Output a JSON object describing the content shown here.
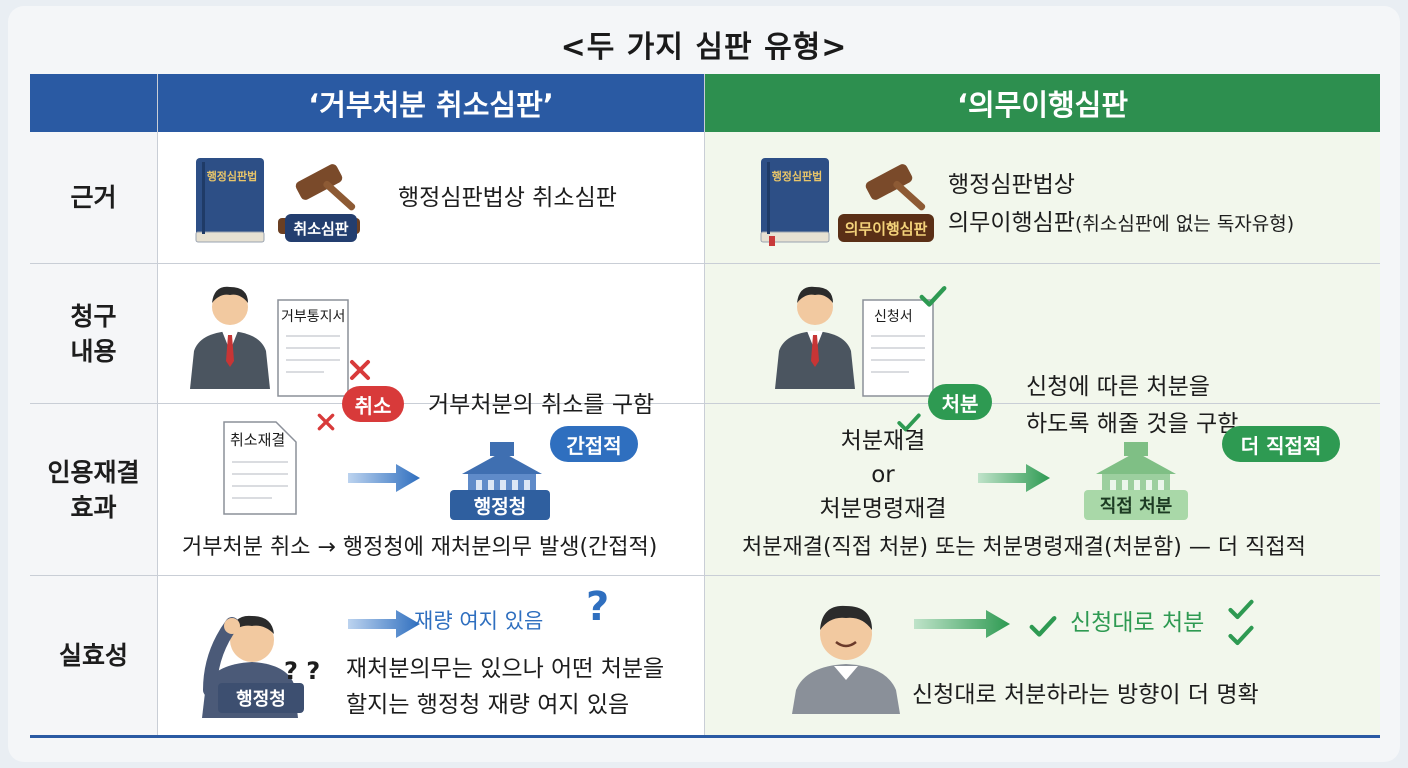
{
  "title": "<두 가지 심판 유형>",
  "headers": {
    "col_a": "‘거부처분 취소심판’",
    "col_b": "‘의무이행심판"
  },
  "rows": {
    "basis": {
      "label": "근거",
      "a": {
        "book_text": "행정심판법",
        "gavel_label": "취소심판",
        "text": "행정심판법상 취소심판"
      },
      "b": {
        "book_text": "행정심판법",
        "gavel_label": "의무이행심판",
        "text_line1": "행정심판법상",
        "text_line2_main": "의무이행심판",
        "text_line2_note": "(취소심판에 없는 독자유형)"
      }
    },
    "claim": {
      "label_line1": "청구",
      "label_line2": "내용",
      "a": {
        "doc_title": "거부통지서",
        "badge": "취소",
        "text": "거부처분의 취소를 구함"
      },
      "b": {
        "doc_title": "신청서",
        "badge": "처분",
        "text_line1": "신청에 따른 처분을",
        "text_line2": "하도록 해줄 것을 구함"
      }
    },
    "effect": {
      "label_line1": "인용재결",
      "label_line2": "효과",
      "a": {
        "doc_title": "취소재결",
        "building_label": "행정청",
        "bubble": "간접적",
        "caption": "거부처분 취소 → 행정청에 재처분의무 발생(간접적)"
      },
      "b": {
        "option1": "처분재결",
        "or": "or",
        "option2": "처분명령재결",
        "building_label": "직접 처분",
        "bubble": "더 직접적",
        "caption": "처분재결(직접 처분) 또는 처분명령재결(처분함) — 더 직접적"
      }
    },
    "effectiveness": {
      "label": "실효성",
      "a": {
        "person_label": "행정청",
        "marks": "? ?",
        "arrow_label": "재량 여지 있음",
        "question": "?",
        "text_line1": "재처분의무는 있으나 어떤 처분을",
        "text_line2": "할지는 행정청 재량 여지 있음"
      },
      "b": {
        "arrow_label": "신청대로 처분",
        "text": "신청대로 처분하라는 방향이 더 명확"
      }
    }
  },
  "colors": {
    "blue_header": "#2a5aa3",
    "green_header": "#2d8f4f",
    "red_badge": "#d83a3a",
    "blue_accent": "#2f6fbf",
    "green_accent": "#2e9a52"
  }
}
